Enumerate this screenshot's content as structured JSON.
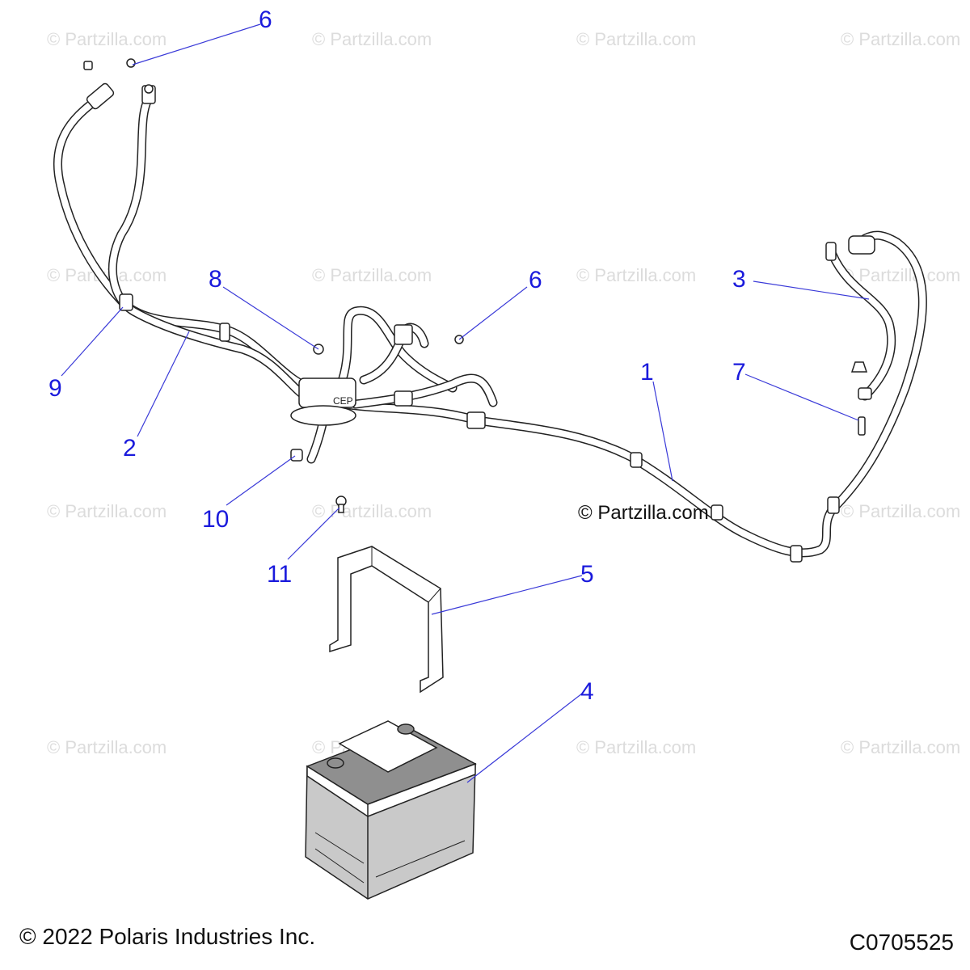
{
  "watermark": "© Partzilla.com",
  "center_watermark": "© Partzilla.com",
  "callouts": {
    "c1": "1",
    "c2": "2",
    "c3": "3",
    "c4": "4",
    "c5": "5",
    "c6a": "6",
    "c6b": "6",
    "c7": "7",
    "c8": "8",
    "c9": "9",
    "c10": "10",
    "c11": "11"
  },
  "footer": {
    "copyright": "© 2022 Polaris Industries Inc.",
    "drawing_id": "C0705525"
  },
  "colors": {
    "callout": "#1a1adc",
    "watermark": "#dcdcdc",
    "battery_body": "#c9c9c9"
  }
}
